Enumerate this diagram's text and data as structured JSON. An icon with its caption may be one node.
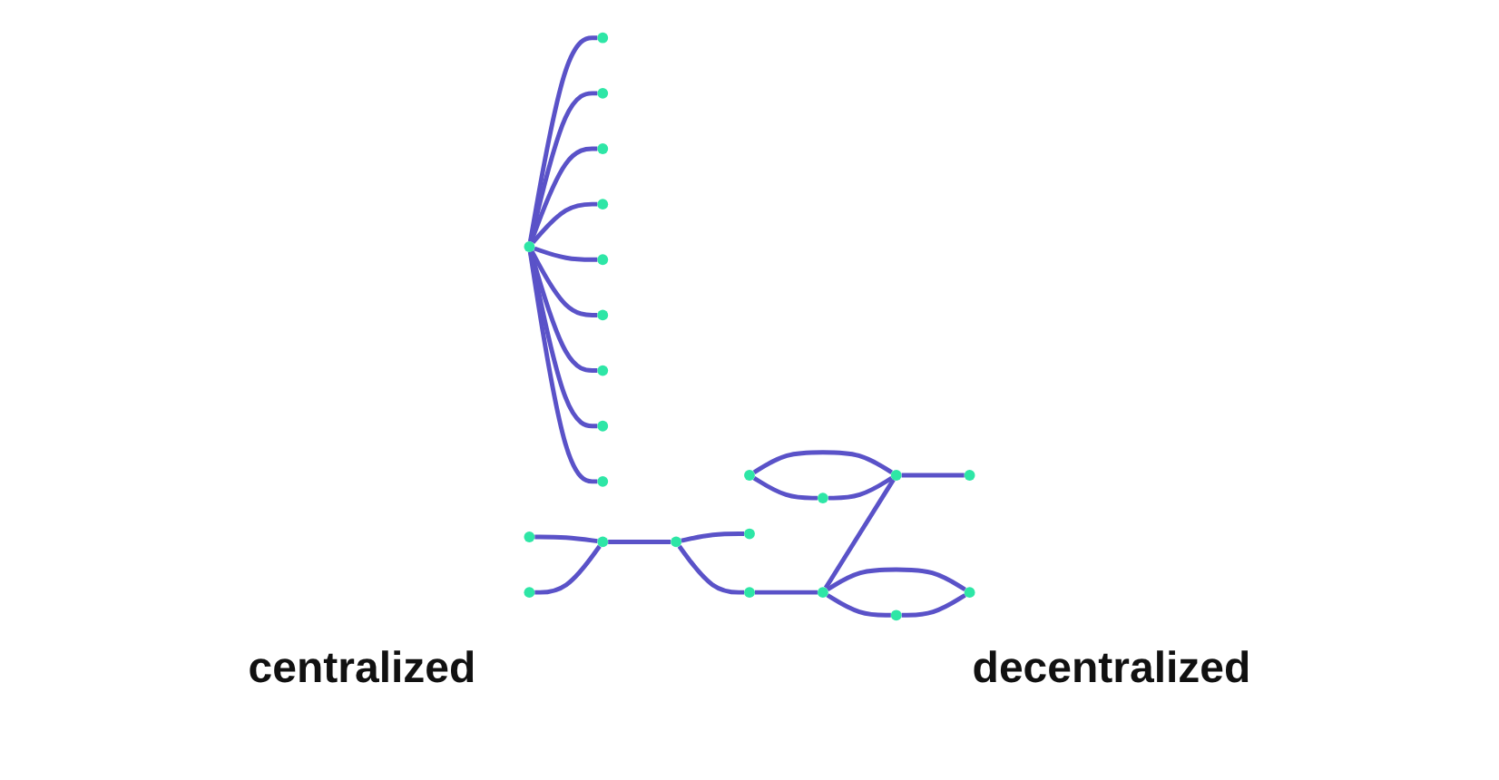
{
  "diagram": {
    "nodes": [
      {
        "text": [],
        "shape": "circle"
      },
      {
        "text": [],
        "shape": "circle"
      },
      {
        "text": [],
        "shape": "circle"
      },
      {
        "text": [],
        "shape": "circle"
      },
      {
        "text": [],
        "shape": "circle"
      },
      {
        "text": [],
        "shape": "circle"
      },
      {
        "text": [],
        "shape": "circle"
      },
      {
        "text": [],
        "shape": "circle"
      },
      {
        "text": [],
        "shape": "circle"
      },
      {
        "text": [],
        "shape": "circle"
      },
      {
        "text": [],
        "shape": "circle"
      },
      {
        "text": [],
        "shape": "circle"
      },
      {
        "text": [],
        "shape": "circle"
      },
      {
        "text": [],
        "shape": "circle"
      },
      {
        "text": [],
        "shape": "circle"
      },
      {
        "text": [],
        "shape": "circle"
      },
      {
        "text": [],
        "shape": "circle"
      },
      {
        "text": [],
        "shape": "circle"
      },
      {
        "text": [],
        "shape": "circle"
      },
      {
        "text": [],
        "shape": "circle"
      },
      {
        "text": [],
        "shape": "circle"
      },
      {
        "text": [],
        "shape": "circle"
      },
      {
        "text": [],
        "shape": "circle"
      }
    ],
    "edges": [
      {
        "from": 4,
        "to": 0,
        "arrow": "none"
      },
      {
        "from": 4,
        "to": 1,
        "arrow": "none"
      },
      {
        "from": 4,
        "to": 2,
        "arrow": "none"
      },
      {
        "from": 4,
        "to": 3,
        "arrow": "none"
      },
      {
        "from": 4,
        "to": 5,
        "arrow": "none"
      },
      {
        "from": 4,
        "to": 6,
        "arrow": "none"
      },
      {
        "from": 4,
        "to": 7,
        "arrow": "none"
      },
      {
        "from": 4,
        "to": 8,
        "arrow": "none"
      },
      {
        "from": 4,
        "to": 9,
        "arrow": "none"
      },
      {
        "from": 11,
        "to": 14,
        "arrow": "none"
      },
      {
        "from": 10,
        "to": 14,
        "arrow": "none"
      },
      {
        "from": 14,
        "to": 17,
        "arrow": "none"
      },
      {
        "from": 17,
        "to": 19,
        "arrow": "none"
      },
      {
        "from": 17,
        "to": 16,
        "arrow": "none"
      },
      {
        "from": 16,
        "to": 18,
        "arrow": "none"
      },
      {
        "from": 18,
        "to": 13,
        "arrow": "none"
      },
      {
        "from": 12,
        "to": 13,
        "arrow": "none"
      },
      {
        "from": 12,
        "to": 15,
        "arrow": "none"
      },
      {
        "from": 15,
        "to": 13,
        "arrow": "none"
      },
      {
        "from": 13,
        "to": 20,
        "arrow": "none"
      },
      {
        "from": 18,
        "to": 22,
        "arrow": "none"
      },
      {
        "from": 18,
        "to": 21,
        "arrow": "none"
      },
      {
        "from": 21,
        "to": 22,
        "arrow": "none"
      }
    ],
    "labels": [
      "centralized",
      "decentralized"
    ]
  }
}
